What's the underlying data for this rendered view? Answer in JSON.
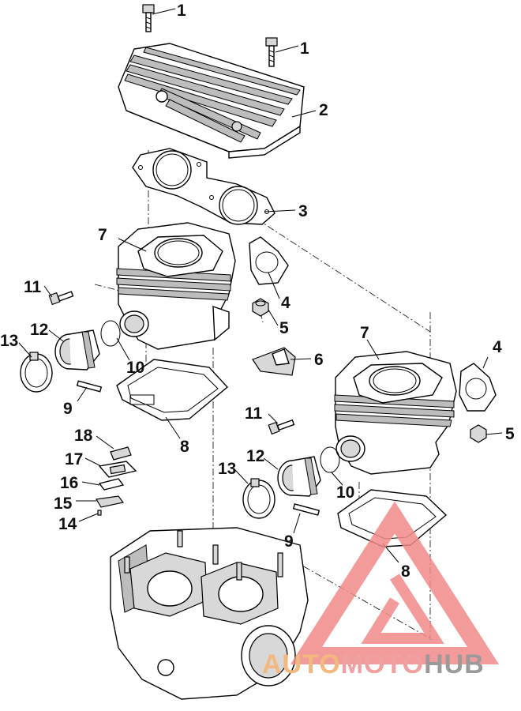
{
  "callouts": [
    {
      "id": "c1a",
      "label": "1"
    },
    {
      "id": "c1b",
      "label": "1"
    },
    {
      "id": "c2",
      "label": "2"
    },
    {
      "id": "c3",
      "label": "3"
    },
    {
      "id": "c4a",
      "label": "4"
    },
    {
      "id": "c4b",
      "label": "4"
    },
    {
      "id": "c5a",
      "label": "5"
    },
    {
      "id": "c5b",
      "label": "5"
    },
    {
      "id": "c6",
      "label": "6"
    },
    {
      "id": "c7a",
      "label": "7"
    },
    {
      "id": "c7b",
      "label": "7"
    },
    {
      "id": "c8a",
      "label": "8"
    },
    {
      "id": "c8b",
      "label": "8"
    },
    {
      "id": "c9a",
      "label": "9"
    },
    {
      "id": "c9b",
      "label": "9"
    },
    {
      "id": "c10a",
      "label": "10"
    },
    {
      "id": "c10b",
      "label": "10"
    },
    {
      "id": "c11a",
      "label": "11"
    },
    {
      "id": "c11b",
      "label": "11"
    },
    {
      "id": "c12a",
      "label": "12"
    },
    {
      "id": "c12b",
      "label": "12"
    },
    {
      "id": "c13a",
      "label": "13"
    },
    {
      "id": "c13b",
      "label": "13"
    },
    {
      "id": "c14",
      "label": "14"
    },
    {
      "id": "c15",
      "label": "15"
    },
    {
      "id": "c16",
      "label": "16"
    },
    {
      "id": "c17",
      "label": "17"
    },
    {
      "id": "c18",
      "label": "18"
    }
  ],
  "watermark": {
    "part1": "AUTO",
    "part2": "MOTO",
    "part3": "HUB",
    "color_auto": "#f2b880",
    "color_moto": "#f0a0a0",
    "color_hub": "#9a9a9a",
    "color_logo": "#f28a8a"
  }
}
